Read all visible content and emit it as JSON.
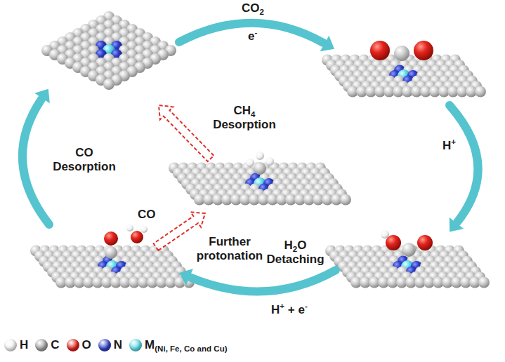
{
  "diagram": {
    "labels": [
      "CO2",
      "e-",
      "H+",
      "H2O Detaching",
      "H+ + e-",
      "CO Desorption",
      "CH4 Desorption",
      "CO",
      "Further protonation"
    ],
    "legend": [
      {
        "text": "H",
        "color": "#f4f4f4"
      },
      {
        "text": "C",
        "color": "#a0a0a0"
      },
      {
        "text": "O",
        "color": "#e0201b"
      },
      {
        "text": "N",
        "color": "#2f3fc8"
      },
      {
        "text": "M(Ni, Fe, Co and Cu)",
        "color": "#5fdcea"
      }
    ]
  }
}
